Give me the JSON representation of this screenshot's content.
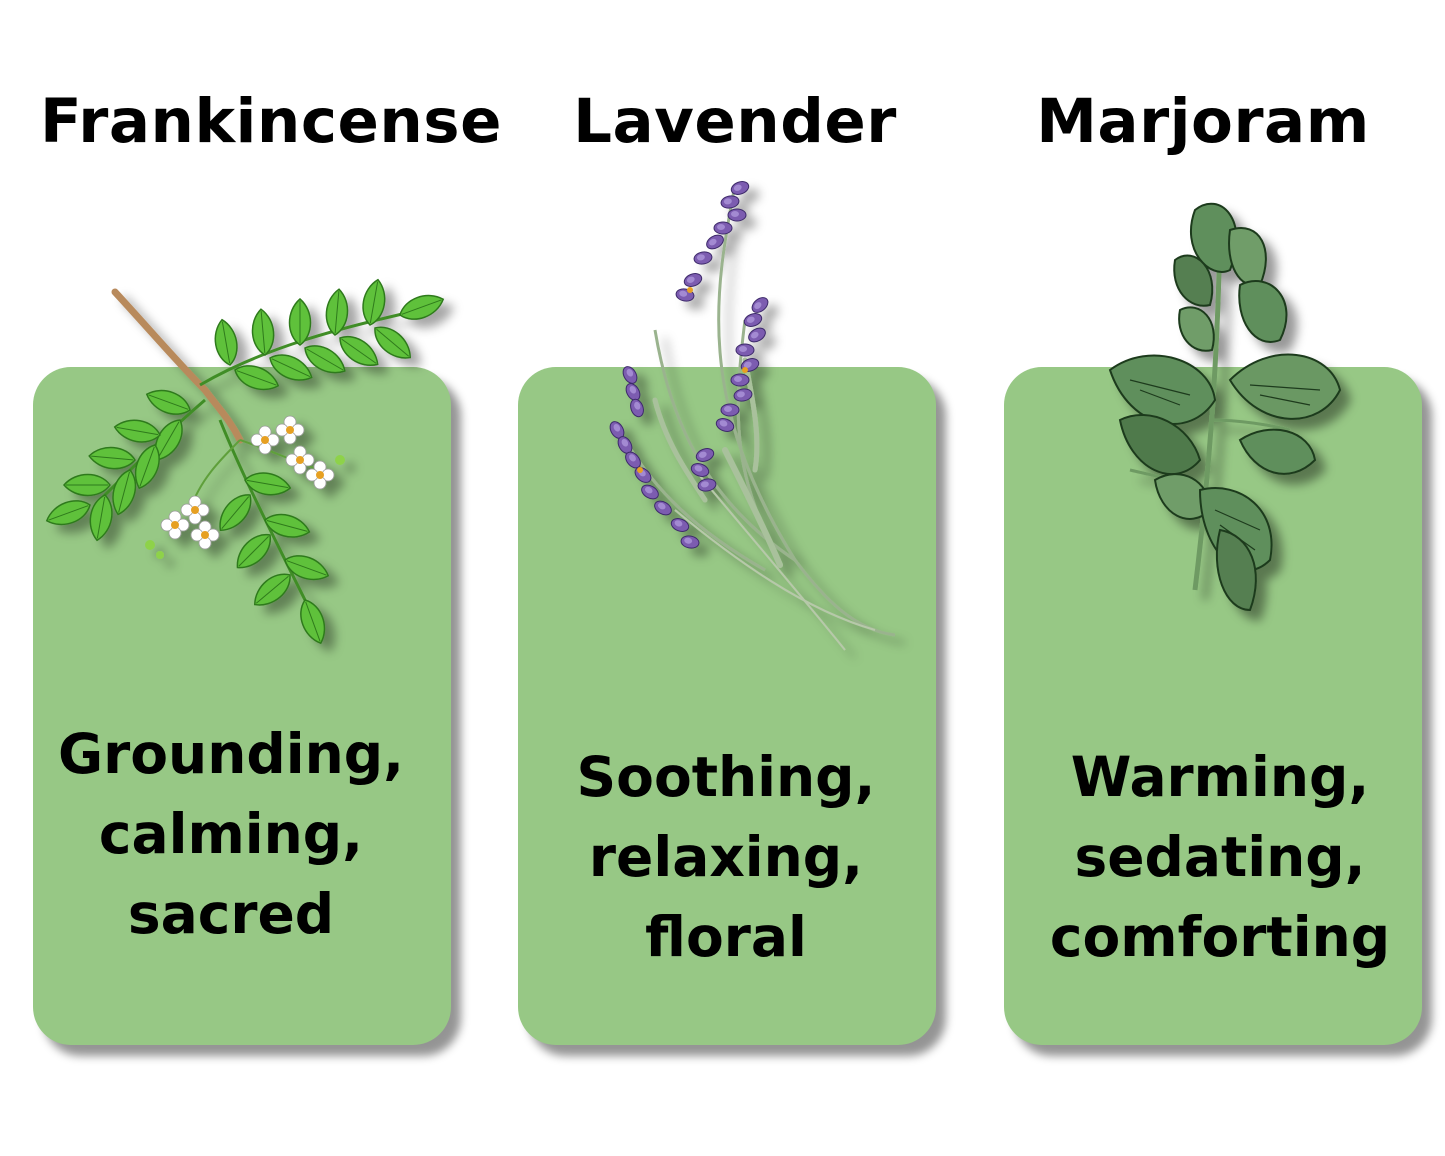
{
  "cards": [
    {
      "title": "Frankincense",
      "lines": [
        "Grounding,",
        "calming,",
        "sacred"
      ],
      "icon": "frankincense-branch-icon"
    },
    {
      "title": "Lavender",
      "lines": [
        "Soothing,",
        "relaxing,",
        "floral"
      ],
      "icon": "lavender-sprig-icon"
    },
    {
      "title": "Marjoram",
      "lines": [
        "Warming,",
        "sedating,",
        "comforting"
      ],
      "icon": "marjoram-sprig-icon"
    }
  ],
  "colors": {
    "card": "#97c885",
    "background": "#ffffff",
    "text": "#000000",
    "frankincense_leaf": "#5fc13a",
    "lavender_flower": "#7b5cb0",
    "marjoram_leaf": "#5f8f5b"
  }
}
